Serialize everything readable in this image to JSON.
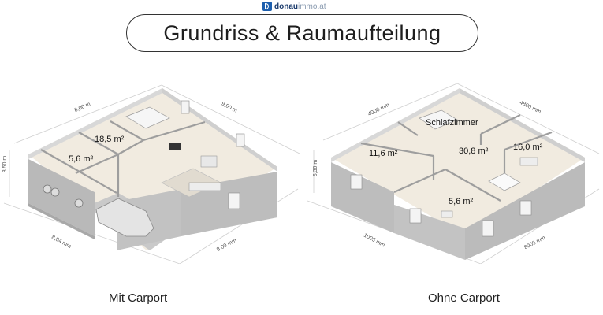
{
  "header": {
    "logo_bold": "donau",
    "logo_light": "immo.at",
    "title": "Grundriss & Raumaufteilung"
  },
  "colors": {
    "logo_blue": "#1d5fae",
    "wall": "#bdbdbd",
    "wall_dark": "#9e9e9e",
    "floor": "#efe8dc",
    "outline": "#333333"
  },
  "plans": [
    {
      "caption": "Mit Carport",
      "dimensions": {
        "top_left": "8,00 m",
        "top_right": "9,00 m",
        "left_height": "8,50 m",
        "bottom_left": "8,04 mm",
        "bottom_right": "8,00 mm"
      },
      "rooms": [
        {
          "label": "18,5 m²"
        },
        {
          "label": "5,6 m²"
        }
      ]
    },
    {
      "caption": "Ohne Carport",
      "dimensions": {
        "top_left": "4000 mm",
        "top_right": "4800 mm",
        "left_height": "6,30 m",
        "bottom_left": "1005 mm",
        "bottom_right": "8005 mm"
      },
      "rooms": [
        {
          "label": "Schlafzimmer"
        },
        {
          "label": "30,8 m²"
        },
        {
          "label": "16,0 m²"
        },
        {
          "label": "11,6 m²"
        },
        {
          "label": "5,6 m²"
        }
      ]
    }
  ]
}
